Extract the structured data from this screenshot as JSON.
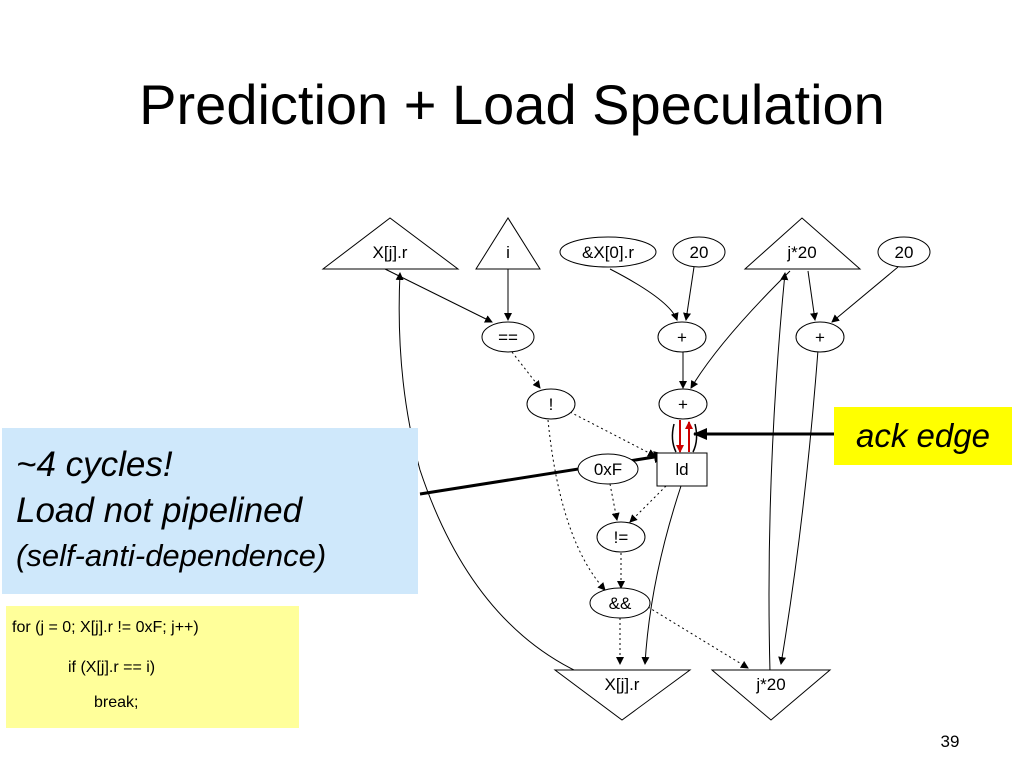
{
  "slide": {
    "title": "Prediction + Load Speculation",
    "page_number": "39"
  },
  "callouts": {
    "cycles": "~4 cycles!",
    "not_pipelined": "Load not pipelined",
    "self_anti": "(self-anti-dependence)",
    "ack_edge": "ack edge"
  },
  "code": {
    "line1": "for (j = 0; X[j].r != 0xF; j++)",
    "line2": "if (X[j].r == i)",
    "line3": "break;"
  },
  "nodes": {
    "in_xjr": "X[j].r",
    "in_i": "i",
    "in_addr": "&X[0].r",
    "in_20a": "20",
    "in_j20": "j*20",
    "in_20b": "20",
    "eq": "==",
    "plus1": "+",
    "plus2": "+",
    "not": "!",
    "plus3": "+",
    "hex": "0xF",
    "ld": "ld",
    "neq": "!=",
    "and": "&&",
    "out_xjr": "X[j].r",
    "out_j20": "j*20"
  },
  "colors": {
    "blue_callout": "#cfe8fb",
    "yellow_callout": "#ffff00",
    "code_box": "#ffff9a",
    "ack_edge_red": "#cc0000"
  }
}
